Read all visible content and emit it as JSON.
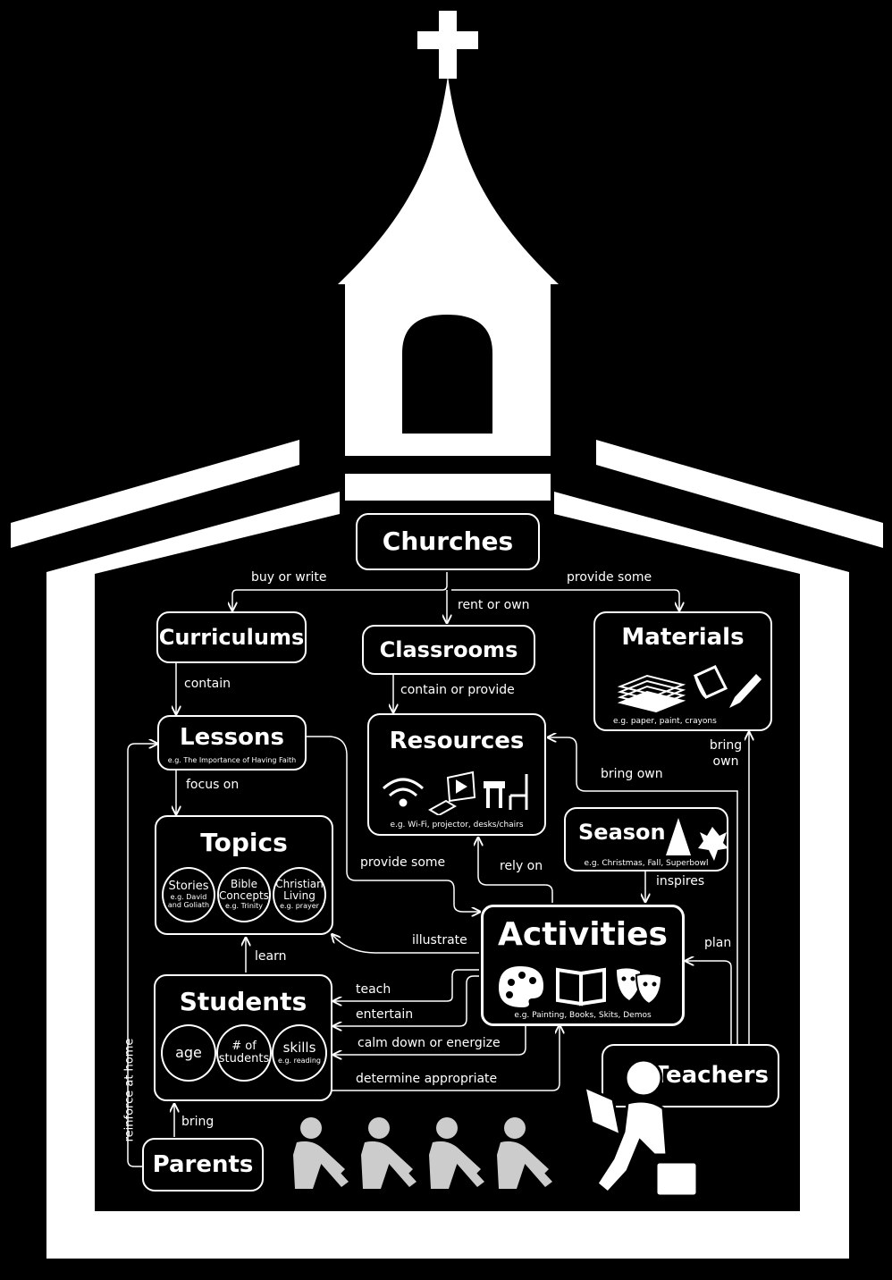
{
  "nodes": {
    "churches": {
      "title": "Churches"
    },
    "curriculums": {
      "title": "Curriculums"
    },
    "classrooms": {
      "title": "Classrooms"
    },
    "materials": {
      "title": "Materials",
      "example": "e.g. paper, paint, crayons"
    },
    "lessons": {
      "title": "Lessons",
      "example": "e.g. The Importance of Having Faith"
    },
    "resources": {
      "title": "Resources",
      "example": "e.g. Wi-Fi, projector, desks/chairs"
    },
    "season": {
      "title": "Season",
      "example": "e.g. Christmas, Fall, Superbowl"
    },
    "topics": {
      "title": "Topics"
    },
    "activities": {
      "title": "Activities",
      "example": "e.g. Painting, Books, Skits, Demos"
    },
    "students": {
      "title": "Students"
    },
    "teachers": {
      "title": "Teachers"
    },
    "parents": {
      "title": "Parents"
    }
  },
  "topic_circles": [
    {
      "title": "Stories",
      "sub": "e.g. David and Goliath"
    },
    {
      "title": "Bible Concepts",
      "sub": "e.g. Trinity"
    },
    {
      "title": "Christian Living",
      "sub": "e.g. prayer"
    }
  ],
  "student_circles": [
    {
      "title": "age",
      "sub": ""
    },
    {
      "title": "# of students",
      "sub": ""
    },
    {
      "title": "skills",
      "sub": "e.g. reading"
    }
  ],
  "edges": {
    "buy_or_write": "buy or write",
    "rent_or_own": "rent or own",
    "provide_some_materials": "provide some",
    "contain": "contain",
    "contain_or_provide": "contain or provide",
    "focus_on": "focus on",
    "bring_own_materials": "bring own",
    "bring_own_resources": "bring own",
    "provide_some_activities": "provide some",
    "rely_on": "rely on",
    "inspires": "inspires",
    "illustrate": "illustrate",
    "learn": "learn",
    "plan": "plan",
    "teach": "teach",
    "entertain": "entertain",
    "calm_down_or_energize": "calm down or energize",
    "determine_appropriate": "determine appropriate",
    "reinforce_at_home": "reinforce at home",
    "bring": "bring"
  },
  "icons": {
    "materials": [
      "paper-stack-icon",
      "paint-bucket-icon",
      "pencil-icon"
    ],
    "resources": [
      "wifi-icon",
      "projector-icon",
      "desk-icon",
      "chair-icon"
    ],
    "season": [
      "tree-icon",
      "leaf-icon"
    ],
    "activities": [
      "palette-icon",
      "book-icon",
      "theater-masks-icon"
    ]
  },
  "colors": {
    "background": "#000000",
    "foreground": "#ffffff",
    "figures": "#cccccc"
  }
}
